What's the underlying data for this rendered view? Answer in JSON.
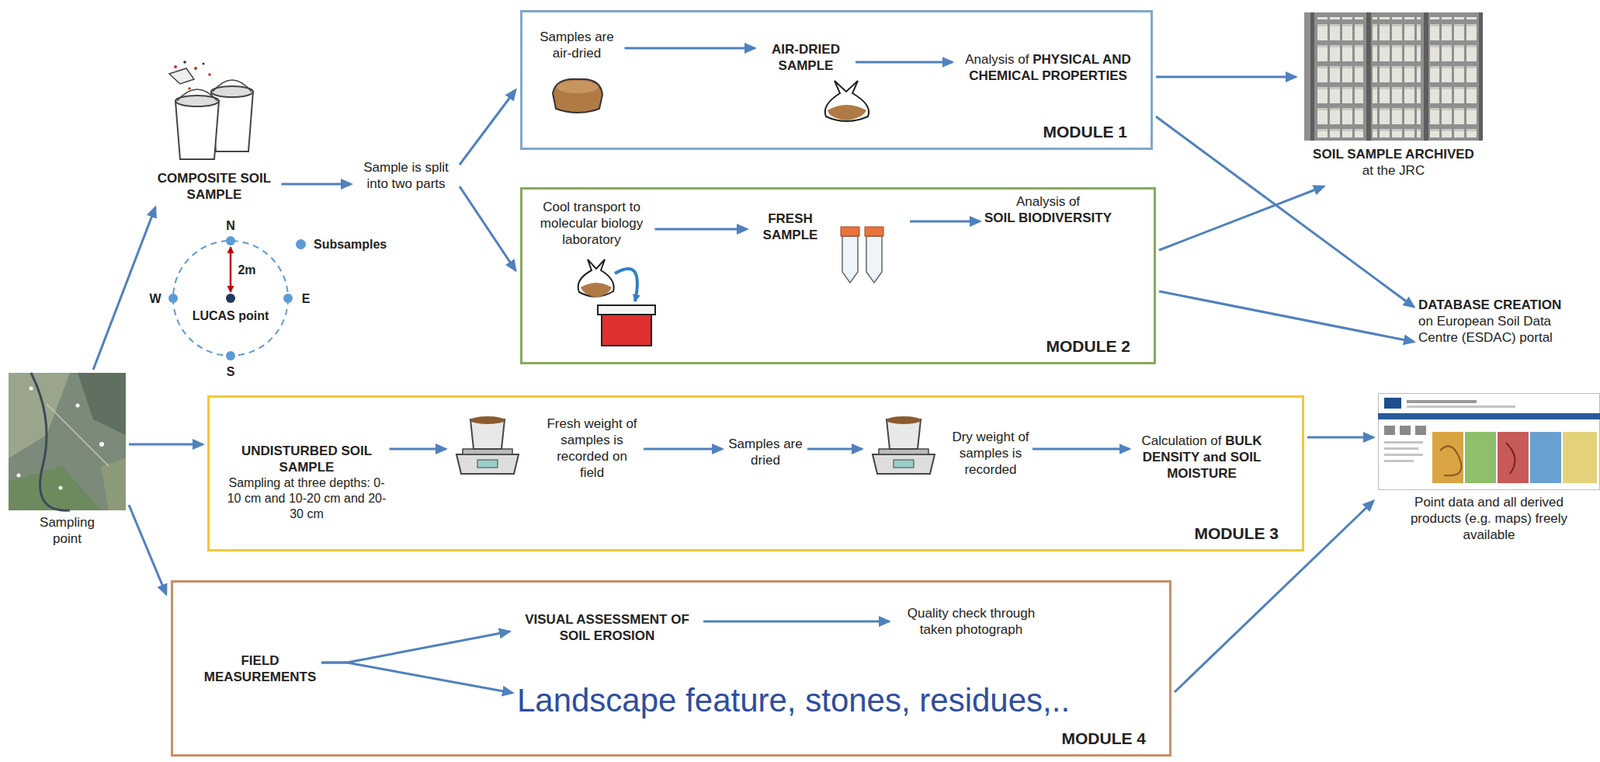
{
  "diagram": {
    "nodes": [
      {
        "text": [
          "Sampling point"
        ]
      },
      {
        "text": [
          "COMPOSITE SOIL SAMPLE"
        ]
      },
      {
        "text": [
          "Sample is split into two parts"
        ]
      },
      {
        "text": [
          "MODULE 1"
        ]
      },
      {
        "text": [
          "Samples are air-dried"
        ],
        "in": 3
      },
      {
        "text": [
          "AIR-DRIED SAMPLE"
        ],
        "in": 3
      },
      {
        "text": [
          "Analysis of",
          "PHYSICAL AND CHEMICAL PROPERTIES"
        ],
        "in": 3
      },
      {
        "text": [
          "MODULE 2"
        ]
      },
      {
        "text": [
          "Cool transport to molecular biology laboratory"
        ],
        "in": 7
      },
      {
        "text": [
          "FRESH SAMPLE"
        ],
        "in": 7
      },
      {
        "text": [
          "Analysis of",
          "SOIL BIODIVERSITY"
        ],
        "in": 7
      },
      {
        "text": [
          "MODULE 3"
        ]
      },
      {
        "text": [
          "UNDISTURBED SOIL SAMPLE",
          "Sampling at three depths: 0-10 cm and 10-20 cm and 20-30 cm"
        ],
        "in": 11
      },
      {
        "text": [
          "Fresh weight of samples is recorded on field"
        ],
        "in": 11
      },
      {
        "text": [
          "Samples are dried"
        ],
        "in": 11
      },
      {
        "text": [
          "Dry weight of samples is recorded"
        ],
        "in": 11
      },
      {
        "text": [
          "Calculation of",
          "BULK DENSITY and SOIL MOISTURE"
        ],
        "in": 11
      },
      {
        "text": [
          "MODULE 4"
        ]
      },
      {
        "text": [
          "FIELD MEASUREMENTS"
        ],
        "in": 17
      },
      {
        "text": [
          "VISUAL ASSESSMENT OF SOIL EROSION"
        ],
        "in": 17
      },
      {
        "text": [
          "Quality check through taken photograph"
        ],
        "in": 17
      },
      {
        "text": [
          "Landscape feature, stones, residues,.."
        ],
        "in": 17
      },
      {
        "text": [
          "SOIL SAMPLE ARCHIVED",
          "at the JRC"
        ]
      },
      {
        "text": [
          "DATABASE CREATION",
          "on European Soil Data Centre (ESDAC) portal"
        ]
      },
      {
        "text": [
          "Point data and all derived products (e.g. maps) freely available"
        ]
      }
    ],
    "edges": [
      {
        "from": 0,
        "to": 1,
        "arrow": "to"
      },
      {
        "from": 1,
        "to": 2,
        "arrow": "to"
      },
      {
        "from": 2,
        "to": 3,
        "arrow": "to"
      },
      {
        "from": 2,
        "to": 7,
        "arrow": "to"
      },
      {
        "from": 0,
        "to": 11,
        "arrow": "to"
      },
      {
        "from": 0,
        "to": 17,
        "arrow": "to"
      },
      {
        "from": 4,
        "to": 5,
        "arrow": "to"
      },
      {
        "from": 5,
        "to": 6,
        "arrow": "to"
      },
      {
        "from": 8,
        "to": 9,
        "arrow": "to"
      },
      {
        "from": 9,
        "to": 10,
        "arrow": "to"
      },
      {
        "from": 12,
        "to": 13,
        "arrow": "to"
      },
      {
        "from": 13,
        "to": 14,
        "arrow": "to"
      },
      {
        "from": 14,
        "to": 15,
        "arrow": "to"
      },
      {
        "from": 15,
        "to": 16,
        "arrow": "to"
      },
      {
        "from": 18,
        "to": 19,
        "arrow": "to"
      },
      {
        "from": 18,
        "to": 21,
        "arrow": "to"
      },
      {
        "from": 19,
        "to": 20,
        "arrow": "to"
      },
      {
        "from": 3,
        "to": 22,
        "arrow": "to"
      },
      {
        "from": 3,
        "to": 23,
        "arrow": "to"
      },
      {
        "from": 7,
        "to": 22,
        "arrow": "to"
      },
      {
        "from": 7,
        "to": 23,
        "arrow": "to"
      },
      {
        "from": 11,
        "to": 24,
        "arrow": "to"
      },
      {
        "from": 17,
        "to": 24,
        "arrow": "to"
      }
    ],
    "labels": [
      "N",
      "W",
      "E",
      "S",
      "2m",
      "LUCAS point"
    ],
    "legend": [
      {
        "text": "Subsamples",
        "color": "#5b9bd5"
      }
    ]
  }
}
